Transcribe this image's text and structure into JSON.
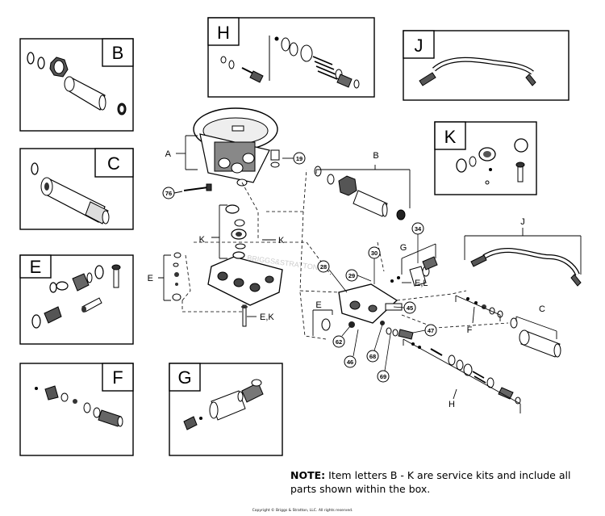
{
  "kits": {
    "b": "B",
    "c": "C",
    "e": "E",
    "f": "F",
    "g": "G",
    "h": "H",
    "j": "J",
    "k": "K"
  },
  "callouts": {
    "a": "A",
    "b": "B",
    "c": "C",
    "e": "E",
    "e_k": "E,K",
    "e_l": "E,L",
    "f": "F",
    "g": "G",
    "h": "H",
    "j": "J",
    "k_left": "K",
    "k_right": "K"
  },
  "part_numbers": {
    "p19": "19",
    "p76": "76",
    "p28": "28",
    "p29": "29",
    "p30": "30",
    "p34": "34",
    "p45": "45",
    "p47": "47",
    "p46": "46",
    "p62": "62",
    "p68": "68",
    "p69": "69"
  },
  "watermark": "BRIGGS&STRATTON",
  "note": {
    "label": "NOTE:",
    "text": "Item letters B - K are service kits and include all parts shown within the box."
  },
  "copyright": "Copyright © Briggs & Stratton, LLC. All rights reserved.",
  "colors": {
    "line": "#000000",
    "fill": "#ffffff",
    "shade": "#4a4a4a"
  }
}
